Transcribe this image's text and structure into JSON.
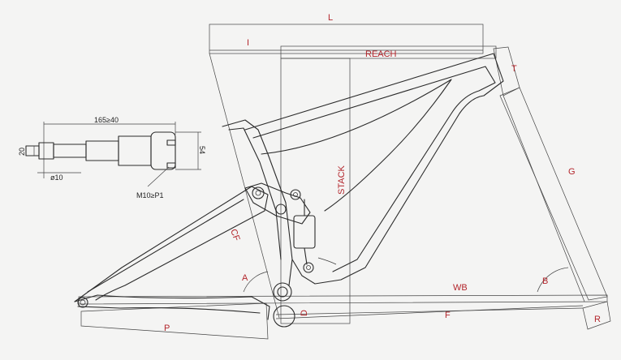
{
  "labels": {
    "L": "L",
    "I": "I",
    "REACH": "REACH",
    "T": "T",
    "G": "G",
    "STACK": "STACK",
    "CF": "CF",
    "A": "A",
    "WB": "WB",
    "B": "B",
    "D": "D",
    "F": "F",
    "R": "R",
    "P": "P"
  },
  "shock_detail": {
    "length_dim": "165≥40",
    "left_dim": "20",
    "right_dim": "54",
    "shaft_dim": "ø10",
    "thread_note": "M10≥P1"
  },
  "colors": {
    "label": "#b3262c",
    "line": "#2b2b2b",
    "background": "#f4f4f3"
  }
}
